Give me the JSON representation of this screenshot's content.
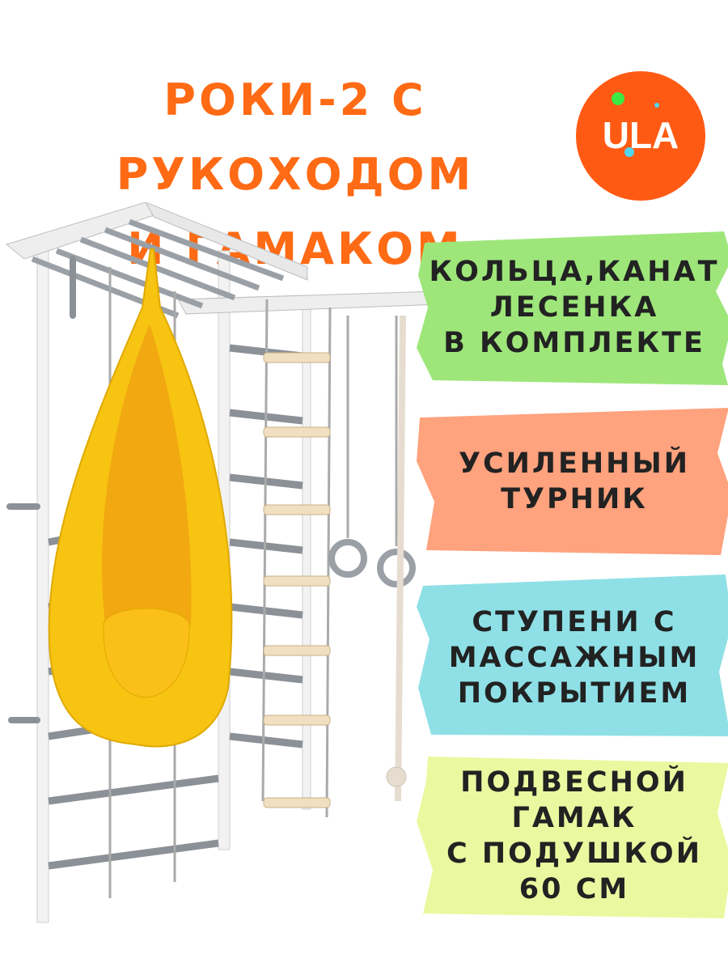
{
  "title": {
    "lines": [
      "РОКИ-2 С РУКОХОДОМ",
      "И ГАМАКОМ"
    ]
  },
  "logo": {
    "text": "ULA",
    "icon": "ula-brand-logo",
    "color": "#ff5a14"
  },
  "product": {
    "icon": "wall-bars-with-hammock-illustration",
    "hammock_color": "#f7c412"
  },
  "features": [
    {
      "lines": [
        "КОЛЬЦА,КАНАТ",
        "ЛЕСЕНКА",
        "В КОМПЛЕКТЕ"
      ],
      "color": "#9ee67a"
    },
    {
      "lines": [
        "УСИЛЕННЫЙ",
        "ТУРНИК"
      ],
      "color": "#ffa27e"
    },
    {
      "lines": [
        "СТУПЕНИ С",
        "МАССАЖНЫМ",
        "ПОКРЫТИЕМ"
      ],
      "color": "#8ee0e6"
    },
    {
      "lines": [
        "ПОДВЕСНОЙ",
        "ГАМАК",
        "С ПОДУШКОЙ",
        "60 СМ"
      ],
      "color": "#eaf9a0"
    }
  ]
}
